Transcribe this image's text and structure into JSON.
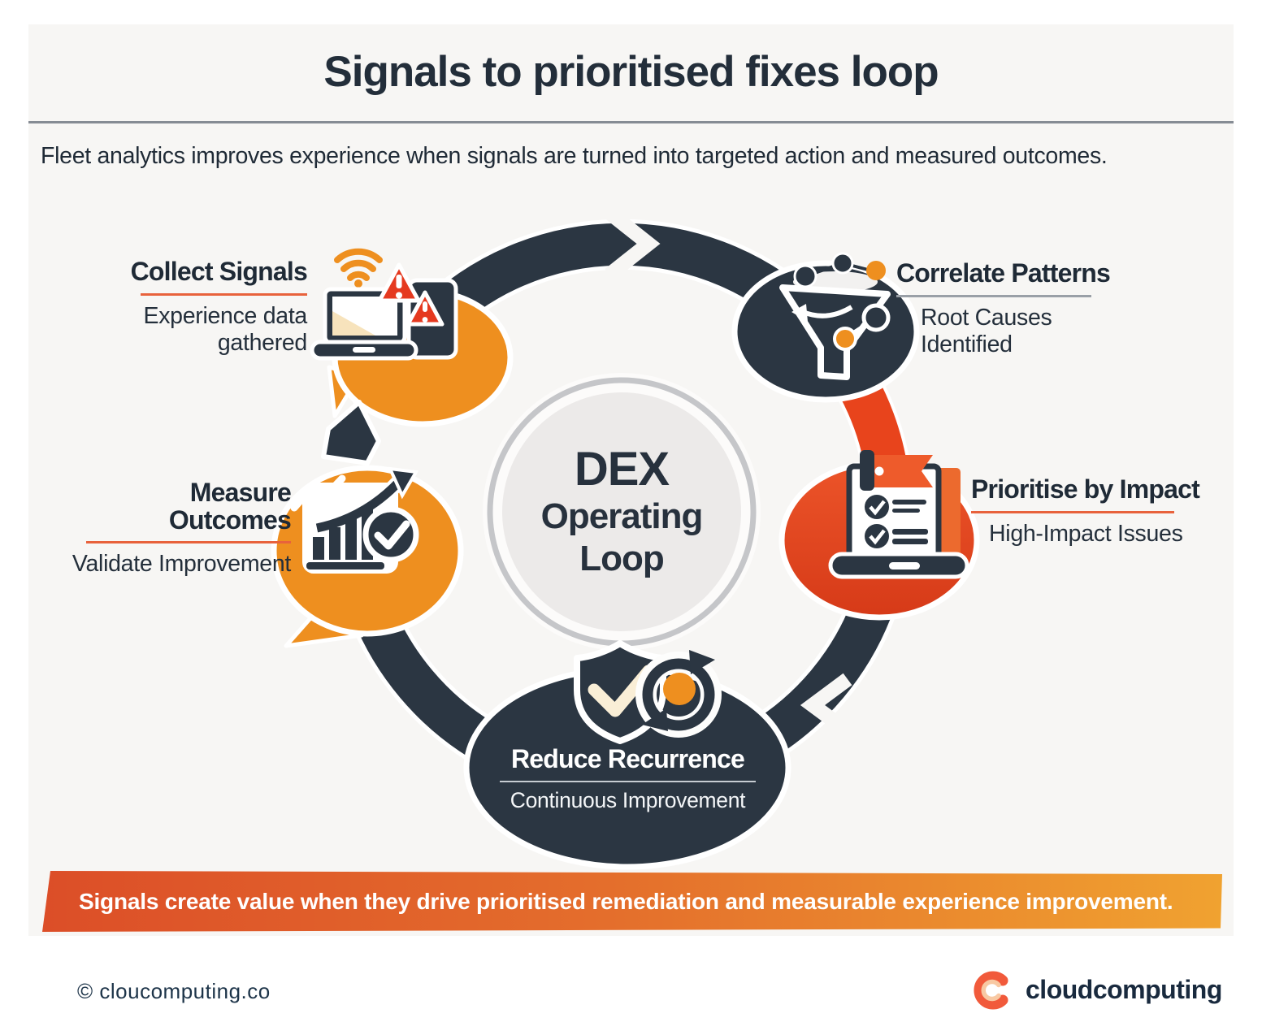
{
  "header": {
    "title": "Signals to prioritised fixes loop",
    "subtitle": "Fleet analytics improves experience when signals are turned into targeted action and measured outcomes."
  },
  "center": {
    "line1": "DEX",
    "line2": "Operating",
    "line3": "Loop"
  },
  "stages": [
    {
      "title": "Collect Signals",
      "subtitle": "Experience data gathered",
      "icon": "laptop-alerts-icon"
    },
    {
      "title": "Correlate Patterns",
      "subtitle": "Root Causes Identified",
      "icon": "funnel-nodes-icon"
    },
    {
      "title": "Prioritise by Impact",
      "subtitle": "High-Impact Issues",
      "icon": "laptop-checklist-icon"
    },
    {
      "title": "Reduce Recurrence",
      "subtitle": "Continuous Improvement",
      "icon": "shield-refresh-icon"
    },
    {
      "title": "Measure Outcomes",
      "subtitle": "Validate Improvement",
      "icon": "chart-growth-check-icon"
    }
  ],
  "banner": {
    "text": "Signals create value when they drive prioritised remediation and measurable experience improvement."
  },
  "footer": {
    "copyright": "© cloucomputing.co",
    "brand": "cloudcomputing"
  },
  "colors": {
    "dark_navy": "#2b3642",
    "orange": "#ee8f1f",
    "red_orange": "#e8441c",
    "alert_red": "#e5391f",
    "banner_left": "#dc4e28",
    "banner_right": "#f0a230",
    "brand_coral": "#f15a3b",
    "panel_bg": "#f7f6f4",
    "hub_fill": "#eceae9",
    "hub_ring": "#c5c6c9"
  }
}
